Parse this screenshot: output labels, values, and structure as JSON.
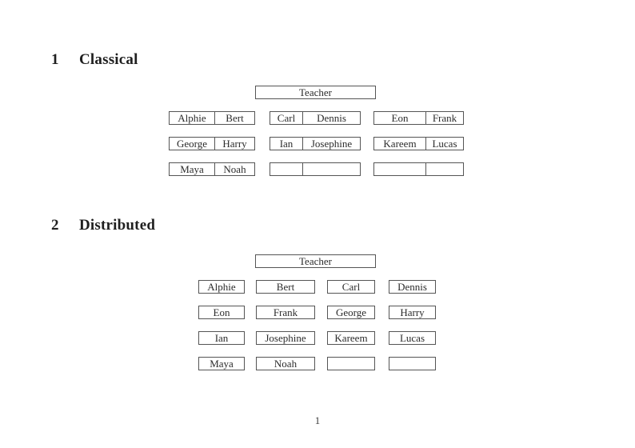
{
  "page_number": "1",
  "colors": {
    "border": "#555555",
    "text": "#2b2b2b",
    "heading": "#1f1f1f",
    "background": "#ffffff"
  },
  "classical": {
    "heading": {
      "number": "1",
      "title": "Classical"
    },
    "teacher_label": "Teacher",
    "rows": [
      {
        "desks": [
          {
            "left": "Alphie",
            "right": "Bert"
          },
          {
            "left": "Carl",
            "right": "Dennis"
          },
          {
            "left": "Eon",
            "right": "Frank"
          }
        ]
      },
      {
        "desks": [
          {
            "left": "George",
            "right": "Harry"
          },
          {
            "left": "Ian",
            "right": "Josephine"
          },
          {
            "left": "Kareem",
            "right": "Lucas"
          }
        ]
      },
      {
        "desks": [
          {
            "left": "Maya",
            "right": "Noah"
          },
          {
            "left": "",
            "right": ""
          },
          {
            "left": "",
            "right": ""
          }
        ]
      }
    ]
  },
  "distributed": {
    "heading": {
      "number": "2",
      "title": "Distributed"
    },
    "teacher_label": "Teacher",
    "rows": [
      [
        "Alphie",
        "Bert",
        "Carl",
        "Dennis"
      ],
      [
        "Eon",
        "Frank",
        "George",
        "Harry"
      ],
      [
        "Ian",
        "Josephine",
        "Kareem",
        "Lucas"
      ],
      [
        "Maya",
        "Noah",
        "",
        ""
      ]
    ]
  }
}
